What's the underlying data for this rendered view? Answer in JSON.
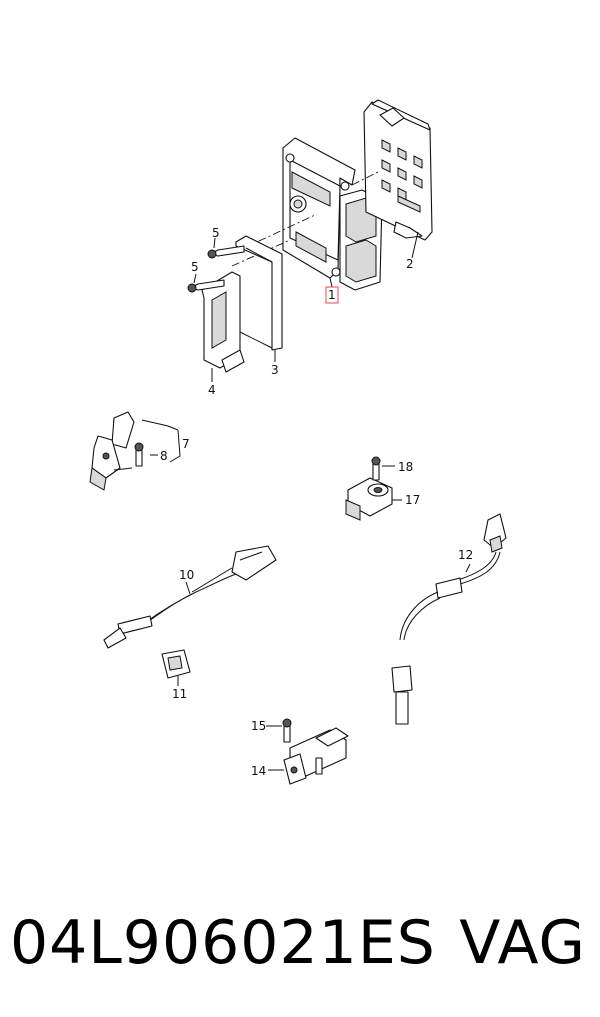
{
  "diagram": {
    "callouts": {
      "c1": "1",
      "c2": "2",
      "c3": "3",
      "c4": "4",
      "c5a": "5",
      "c5b": "5",
      "c7": "7",
      "c8": "8",
      "c10": "10",
      "c11": "11",
      "c12": "12",
      "c14": "14",
      "c15": "15",
      "c17": "17",
      "c18": "18"
    },
    "highlight_color": "#e8474f"
  },
  "footer": {
    "part_number": "04L906021ES",
    "brand": "VAG"
  }
}
